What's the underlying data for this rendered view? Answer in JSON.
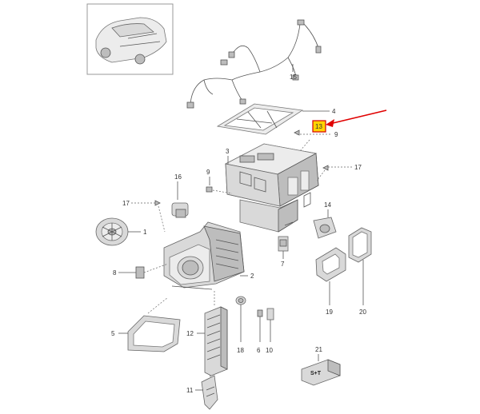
{
  "callouts": {
    "c1": "1",
    "c2": "2",
    "c3": "3",
    "c4": "4",
    "c5": "5",
    "c6": "6",
    "c7": "7",
    "c8": "8",
    "c9a": "9",
    "c9b": "9",
    "c10": "10",
    "c11": "11",
    "c12": "12",
    "c13": "13",
    "c14": "14",
    "c15": "15",
    "c16": "16",
    "c17a": "17",
    "c17b": "17",
    "c18": "18",
    "c19": "19",
    "c20": "20",
    "c21": "21"
  },
  "label_21_box": "S+T",
  "colors": {
    "highlight_fill": "#ffd400",
    "highlight_border": "#d40000",
    "arrow": "#e00000"
  }
}
